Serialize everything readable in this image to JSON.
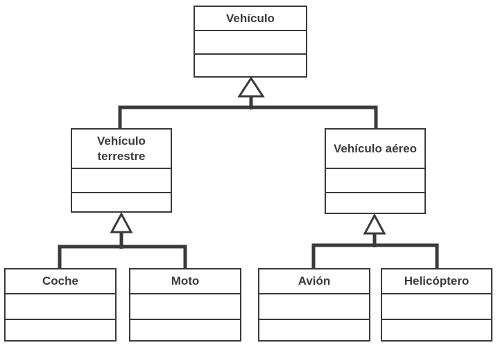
{
  "diagram": {
    "kind": "uml-class-diagram",
    "colors": {
      "line": "#3a3a3a",
      "text": "#3a3a3a",
      "box_fill": "#ffffff",
      "background": "#ffffff"
    },
    "classes": [
      {
        "name": "Vehículo",
        "attributes": [],
        "operations": []
      },
      {
        "name": "Vehículo terrestre",
        "attributes": [],
        "operations": []
      },
      {
        "name": "Vehículo aéreo",
        "attributes": [],
        "operations": []
      },
      {
        "name": "Coche",
        "attributes": [],
        "operations": []
      },
      {
        "name": "Moto",
        "attributes": [],
        "operations": []
      },
      {
        "name": "Avión",
        "attributes": [],
        "operations": []
      },
      {
        "name": "Helicóptero",
        "attributes": [],
        "operations": []
      }
    ],
    "relationships": [
      {
        "type": "generalization",
        "parent": "Vehículo",
        "children": [
          "Vehículo terrestre",
          "Vehículo aéreo"
        ]
      },
      {
        "type": "generalization",
        "parent": "Vehículo terrestre",
        "children": [
          "Coche",
          "Moto"
        ]
      },
      {
        "type": "generalization",
        "parent": "Vehículo aéreo",
        "children": [
          "Avión",
          "Helicóptero"
        ]
      }
    ]
  }
}
